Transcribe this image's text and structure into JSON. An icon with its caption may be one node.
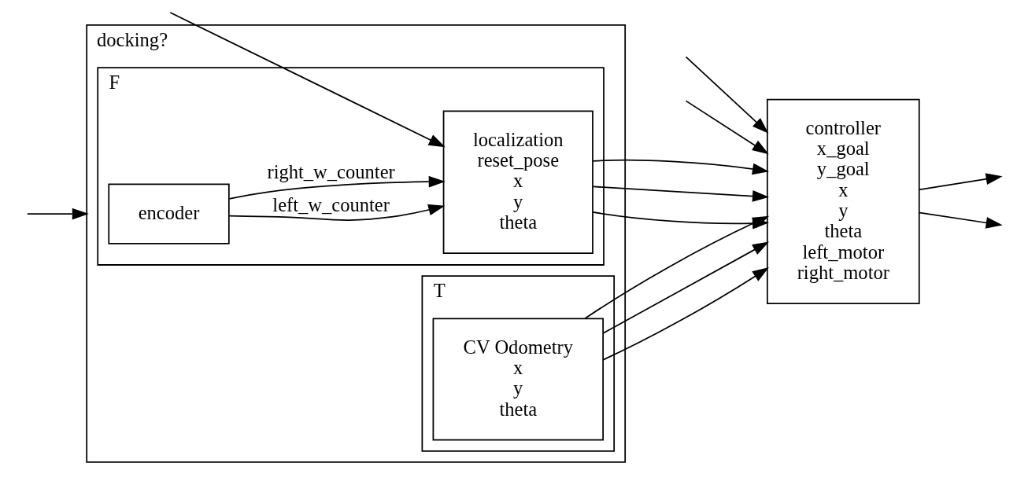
{
  "diagram": {
    "nodes": [
      {
        "text": [
          "docking?"
        ]
      },
      {
        "text": [
          "F"
        ],
        "in": 0
      },
      {
        "text": [
          "encoder"
        ],
        "in": 1
      },
      {
        "text": [
          "localization",
          "reset_pose",
          "x",
          "y",
          "theta"
        ],
        "in": 1
      },
      {
        "text": [
          "T"
        ],
        "in": 0
      },
      {
        "text": [
          "CV Odometry",
          "x",
          "y",
          "theta"
        ],
        "in": 4
      },
      {
        "text": [
          "controller",
          "x_goal",
          "y_goal",
          "x",
          "y",
          "theta",
          "left_motor",
          "right_motor"
        ]
      }
    ],
    "edges": [
      {
        "from": null,
        "to": 0,
        "arrow": "to"
      },
      {
        "from": 2,
        "to": 3,
        "label": "left_w_counter",
        "arrow": "to"
      },
      {
        "from": 2,
        "to": 3,
        "label": "right_w_counter",
        "arrow": "to"
      },
      {
        "from": null,
        "to": 3,
        "arrow": "to"
      },
      {
        "from": null,
        "to": 6,
        "arrow": "to"
      },
      {
        "from": null,
        "to": 6,
        "arrow": "to"
      },
      {
        "from": 3,
        "to": 6,
        "arrow": "to"
      },
      {
        "from": 3,
        "to": 6,
        "arrow": "to"
      },
      {
        "from": 3,
        "to": 6,
        "arrow": "to"
      },
      {
        "from": 5,
        "to": 6,
        "arrow": "to"
      },
      {
        "from": 5,
        "to": 6,
        "arrow": "to"
      },
      {
        "from": 5,
        "to": 6,
        "arrow": "to"
      },
      {
        "from": 6,
        "to": null,
        "arrow": "to"
      },
      {
        "from": 6,
        "to": null,
        "arrow": "to"
      }
    ]
  }
}
